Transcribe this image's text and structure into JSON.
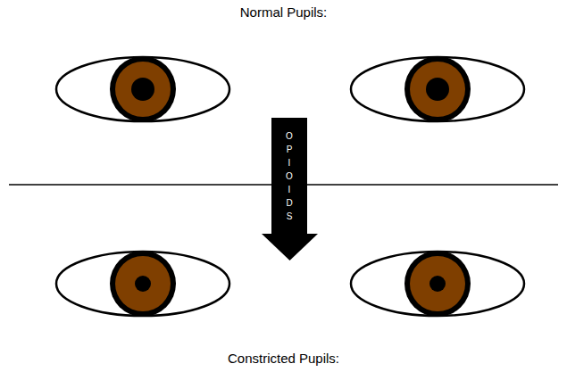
{
  "diagram": {
    "title": "Normal Pupils:",
    "caption": "Constricted Pupils:",
    "labels": [
      "OPIOIDS"
    ]
  }
}
